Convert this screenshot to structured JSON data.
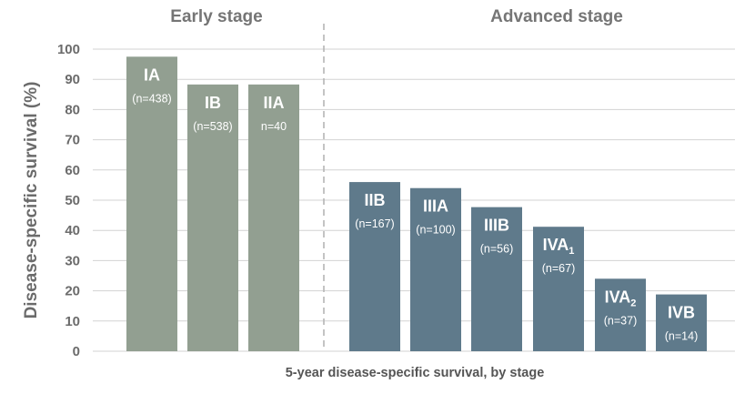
{
  "chart_data": {
    "type": "bar",
    "xlabel": "5-year disease-specific survival, by stage",
    "ylabel": "Disease-specific survival (%)",
    "ylim": [
      0,
      100
    ],
    "yticks": [
      0,
      10,
      20,
      30,
      40,
      50,
      60,
      70,
      80,
      90,
      100
    ],
    "grid": true,
    "groups": [
      {
        "name": "Early stage",
        "color": "#929f91"
      },
      {
        "name": "Advanced stage",
        "color": "#5f7a8b"
      }
    ],
    "bars": [
      {
        "stage": "IA",
        "sub": "",
        "n": "(n=438)",
        "value": 97.5,
        "group": 0
      },
      {
        "stage": "IB",
        "sub": "",
        "n": "(n=538)",
        "value": 88.3,
        "group": 0
      },
      {
        "stage": "IIA",
        "sub": "",
        "n": "n=40",
        "value": 88.3,
        "group": 0
      },
      {
        "stage": "IIB",
        "sub": "",
        "n": "(n=167)",
        "value": 56.0,
        "group": 1
      },
      {
        "stage": "IIIA",
        "sub": "",
        "n": "(n=100)",
        "value": 54.0,
        "group": 1
      },
      {
        "stage": "IIIB",
        "sub": "",
        "n": "(n=56)",
        "value": 47.7,
        "group": 1
      },
      {
        "stage": "IVA",
        "sub": "1",
        "n": "(n=67)",
        "value": 41.2,
        "group": 1
      },
      {
        "stage": "IVA",
        "sub": "2",
        "n": "(n=37)",
        "value": 24.0,
        "group": 1
      },
      {
        "stage": "IVB",
        "sub": "",
        "n": "(n=14)",
        "value": 18.8,
        "group": 1
      }
    ]
  }
}
